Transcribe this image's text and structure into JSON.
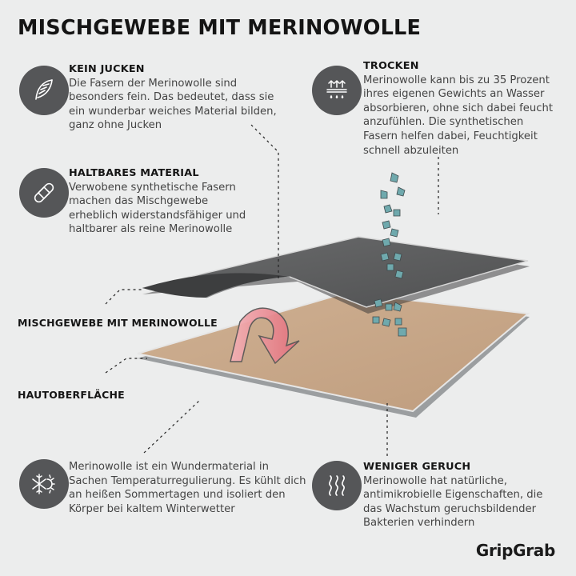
{
  "title": "MISCHGEWEBE MIT MERINOWOLLE",
  "features": {
    "kein_jucken": {
      "icon": "feather-icon",
      "heading": "KEIN JUCKEN",
      "lines": [
        "Die Fasern der Merinowolle sind",
        "besonders fein. Das bedeutet, dass sie",
        "ein wunderbar weiches Material bilden,",
        "ganz ohne Jucken"
      ]
    },
    "trocken": {
      "icon": "moisture-wicking-icon",
      "heading": "TROCKEN",
      "lines": [
        "Merinowolle kann bis zu 35 Prozent",
        "ihres eigenen Gewichts an Wasser",
        "absorbieren, ohne sich dabei feucht",
        "anzufühlen. Die synthetischen",
        "Fasern helfen dabei, Feuchtigkeit",
        "schnell abzuleiten"
      ]
    },
    "haltbar": {
      "icon": "bandage-icon",
      "heading": "HALTBARES MATERIAL",
      "lines": [
        "Verwobene synthetische Fasern",
        "machen das Mischgewebe",
        "erheblich widerstandsfähiger und",
        "haltbarer als reine Merinowolle"
      ]
    },
    "temperatur": {
      "icon": "temperature-icon",
      "lines": [
        "Merinowolle ist ein Wundermaterial in",
        "Sachen Temperaturregulierung. Es kühlt dich",
        "an heißen Sommertagen und isoliert den",
        "Körper bei kaltem Winterwetter"
      ]
    },
    "geruch": {
      "icon": "odor-waves-icon",
      "heading": "WENIGER GERUCH",
      "lines": [
        "Merinowolle hat natürliche,",
        "antimikrobielle Eigenschaften, die",
        "das Wachstum geruchsbildender",
        "Bakterien verhindern"
      ]
    }
  },
  "labels": {
    "fabric": "MISCHGEWEBE MIT MERINOWOLLE",
    "skin": "HAUTOBERFLÄCHE"
  },
  "brand": "GripGrab",
  "colors": {
    "background": "#eceded",
    "icon_circle": "#555658",
    "fabric": "#5a5b5c",
    "skin": "#c8a788",
    "arrow": "#e8818a",
    "droplet": "#6fa9ad"
  }
}
